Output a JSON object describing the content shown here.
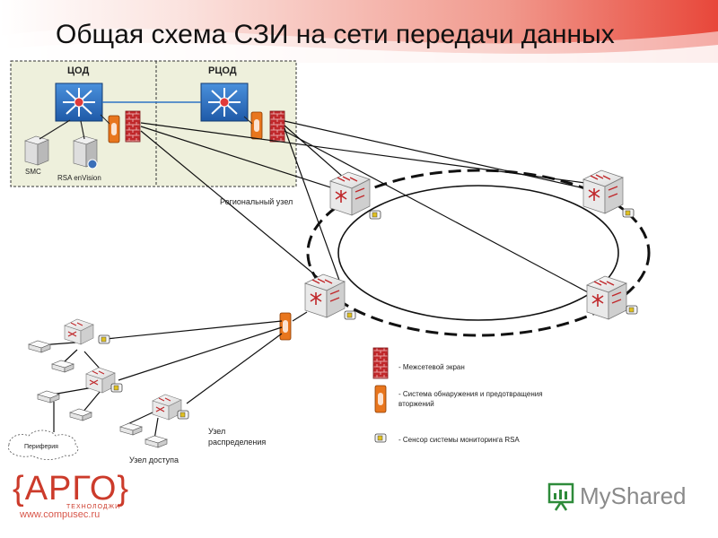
{
  "slide": {
    "title": "Общая схема СЗИ на сети передачи данных"
  },
  "diagram": {
    "zones": {
      "cod": "ЦОД",
      "rcod": "РЦОД"
    },
    "servers": {
      "smc": "SMC",
      "rsa": "RSA enVision"
    },
    "labels": {
      "regional_node": "Региональный узел",
      "distribution_node_line1": "Узел",
      "distribution_node_line2": "распределения",
      "access_node": "Узел доступа",
      "periphery": "Периферия"
    },
    "legend": [
      {
        "icon": "firewall-icon",
        "text": "- Межсетевой экран"
      },
      {
        "icon": "ids-icon",
        "text": "- Система обнаружения и предотвращения",
        "text2": "вторжений"
      },
      {
        "icon": "sensor-icon",
        "text": "- Сенсор системы мониторинга RSA"
      }
    ]
  },
  "branding": {
    "logo": "{АРГО}",
    "logo_sub": "ТЕХНОЛОДЖИ",
    "url": "www.compusec.ru",
    "watermark": "MyShared"
  },
  "colors": {
    "header_band": "#e8473a",
    "zone_fill": "#eef0dc",
    "firewall": "#c0282b",
    "ids": "#e8761e",
    "switch_blue": "#2d72c4",
    "brand_red": "#cc3b2b"
  }
}
